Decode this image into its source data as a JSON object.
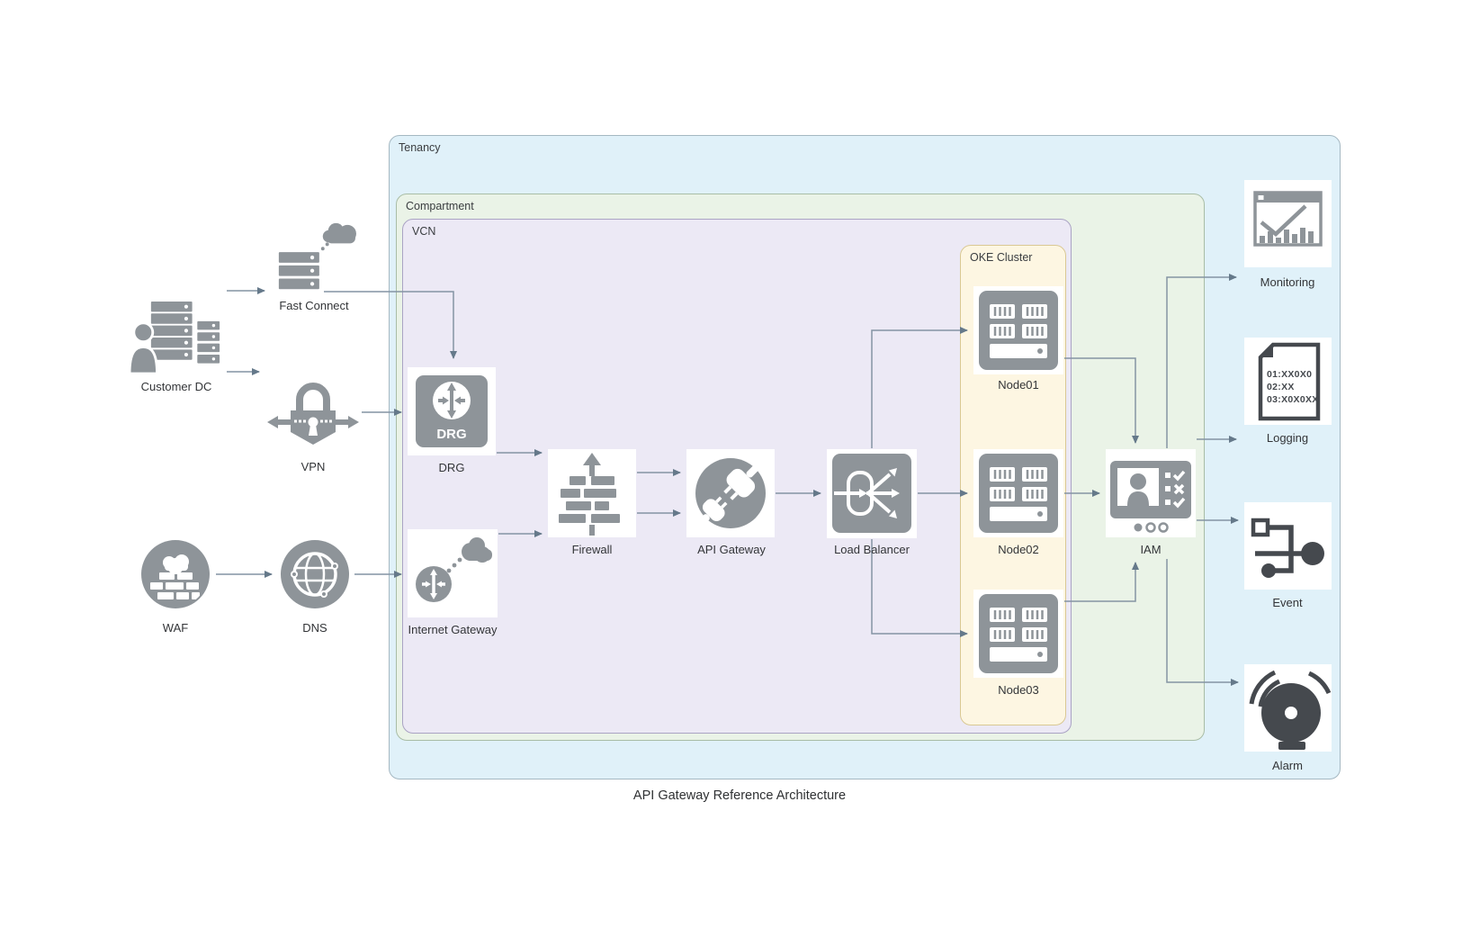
{
  "title": "API Gateway Reference Architecture",
  "containers": {
    "tenancy": {
      "label": "Tenancy"
    },
    "compartment": {
      "label": "Compartment"
    },
    "vcn": {
      "label": "VCN"
    },
    "oke": {
      "label": "OKE Cluster"
    }
  },
  "nodes": {
    "customer_dc": {
      "label": "Customer DC"
    },
    "fast_connect": {
      "label": "Fast Connect"
    },
    "vpn": {
      "label": "VPN"
    },
    "waf": {
      "label": "WAF"
    },
    "dns": {
      "label": "DNS"
    },
    "drg": {
      "label": "DRG",
      "badge": "DRG"
    },
    "internet_gateway": {
      "label": "Internet Gateway"
    },
    "firewall": {
      "label": "Firewall"
    },
    "api_gateway": {
      "label": "API Gateway"
    },
    "load_balancer": {
      "label": "Load Balancer"
    },
    "node01": {
      "label": "Node01"
    },
    "node02": {
      "label": "Node02"
    },
    "node03": {
      "label": "Node03"
    },
    "iam": {
      "label": "IAM"
    },
    "monitoring": {
      "label": "Monitoring"
    },
    "logging": {
      "label": "Logging",
      "lines": [
        "01:XX0X0",
        "02:XX",
        "03:X0X0XX"
      ]
    },
    "event": {
      "label": "Event"
    },
    "alarm": {
      "label": "Alarm"
    }
  },
  "colors": {
    "tenancy_fill": "#e0f1f9",
    "compartment_fill": "#eaf3e7",
    "vcn_fill": "#ece9f5",
    "oke_fill": "#fdf6e2",
    "icon_gray": "#8e9499",
    "icon_dark": "#45494e",
    "arrow": "#8494a4"
  }
}
